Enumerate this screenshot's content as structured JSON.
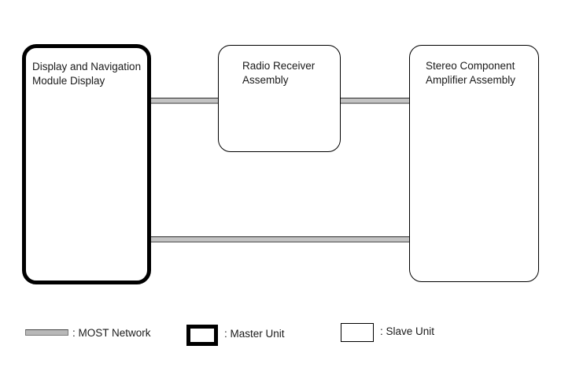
{
  "diagram": {
    "nodes": [
      {
        "label": "Display and Navigation Module Display",
        "role": "master"
      },
      {
        "label": "Radio Receiver Assembly",
        "role": "slave"
      },
      {
        "label": "Stereo Component Amplifier Assembly",
        "role": "slave"
      }
    ],
    "connections": [
      {
        "from": "Display and Navigation Module Display",
        "to": "Radio Receiver Assembly",
        "via": "MOST Network"
      },
      {
        "from": "Radio Receiver Assembly",
        "to": "Stereo Component Amplifier Assembly",
        "via": "MOST Network"
      },
      {
        "from": "Display and Navigation Module Display",
        "to": "Stereo Component Amplifier Assembly",
        "via": "MOST Network"
      }
    ]
  },
  "legend": {
    "items": [
      {
        "swatch": "most-network-bar",
        "label": ": MOST Network"
      },
      {
        "swatch": "master-unit-box",
        "label": ": Master Unit"
      },
      {
        "swatch": "slave-unit-box",
        "label": ": Slave Unit"
      }
    ]
  },
  "colors": {
    "most_network_fill": "#c3c3c3",
    "most_network_edge_dark": "#2b2b2b",
    "most_network_edge_mid": "#8c8c8c",
    "node_border": "#000000",
    "background": "#ffffff",
    "text": "#1a1a1a"
  }
}
